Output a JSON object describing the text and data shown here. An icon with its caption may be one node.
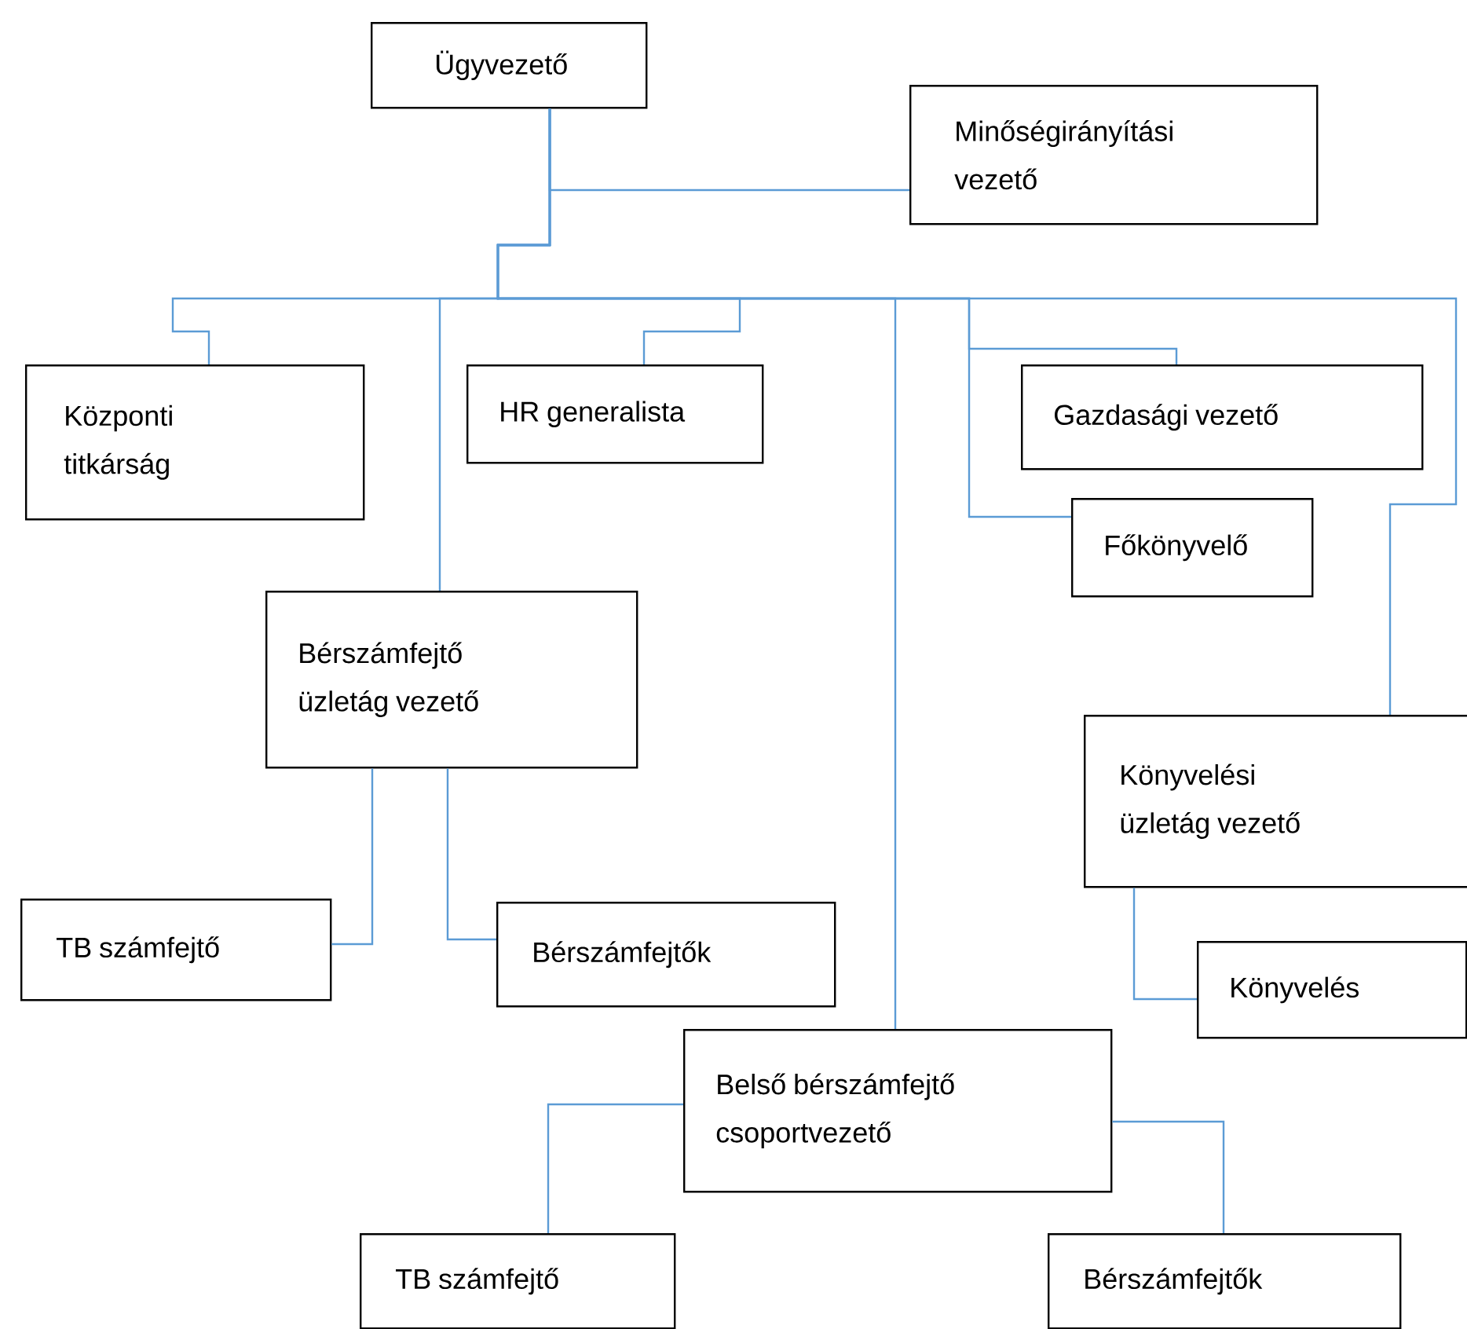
{
  "diagram": {
    "nodes": [
      {
        "text": [
          "Ügyvezető"
        ]
      },
      {
        "text": [
          "Minőségirányítási vezető"
        ]
      },
      {
        "text": [
          "Központi titkárság"
        ]
      },
      {
        "text": [
          "HR generalista"
        ]
      },
      {
        "text": [
          "Gazdasági vezető"
        ]
      },
      {
        "text": [
          "Főkönyvelő"
        ]
      },
      {
        "text": [
          "Bérszámfejtő üzletág vezető"
        ]
      },
      {
        "text": [
          "Könyvelési üzletág vezető"
        ]
      },
      {
        "text": [
          "TB számfejtő"
        ]
      },
      {
        "text": [
          "Bérszámfejtők"
        ]
      },
      {
        "text": [
          "Könyvelés"
        ]
      },
      {
        "text": [
          "Belső bérszámfejtő csoportvezető"
        ]
      },
      {
        "text": [
          "TB számfejtő"
        ]
      },
      {
        "text": [
          "Bérszámfejtők"
        ]
      }
    ],
    "edges": [
      {
        "from": 0,
        "to": 1,
        "arrow": "none"
      },
      {
        "from": 0,
        "to": 2,
        "arrow": "none"
      },
      {
        "from": 0,
        "to": 3,
        "arrow": "none"
      },
      {
        "from": 0,
        "to": 6,
        "arrow": "none"
      },
      {
        "from": 0,
        "to": 11,
        "arrow": "none"
      },
      {
        "from": 0,
        "to": 4,
        "arrow": "none"
      },
      {
        "from": 0,
        "to": 5,
        "arrow": "none"
      },
      {
        "from": 0,
        "to": 7,
        "arrow": "none"
      },
      {
        "from": 6,
        "to": 8,
        "arrow": "none"
      },
      {
        "from": 6,
        "to": 9,
        "arrow": "none"
      },
      {
        "from": 7,
        "to": 10,
        "arrow": "none"
      },
      {
        "from": 11,
        "to": 12,
        "arrow": "none"
      },
      {
        "from": 11,
        "to": 13,
        "arrow": "none"
      }
    ]
  }
}
